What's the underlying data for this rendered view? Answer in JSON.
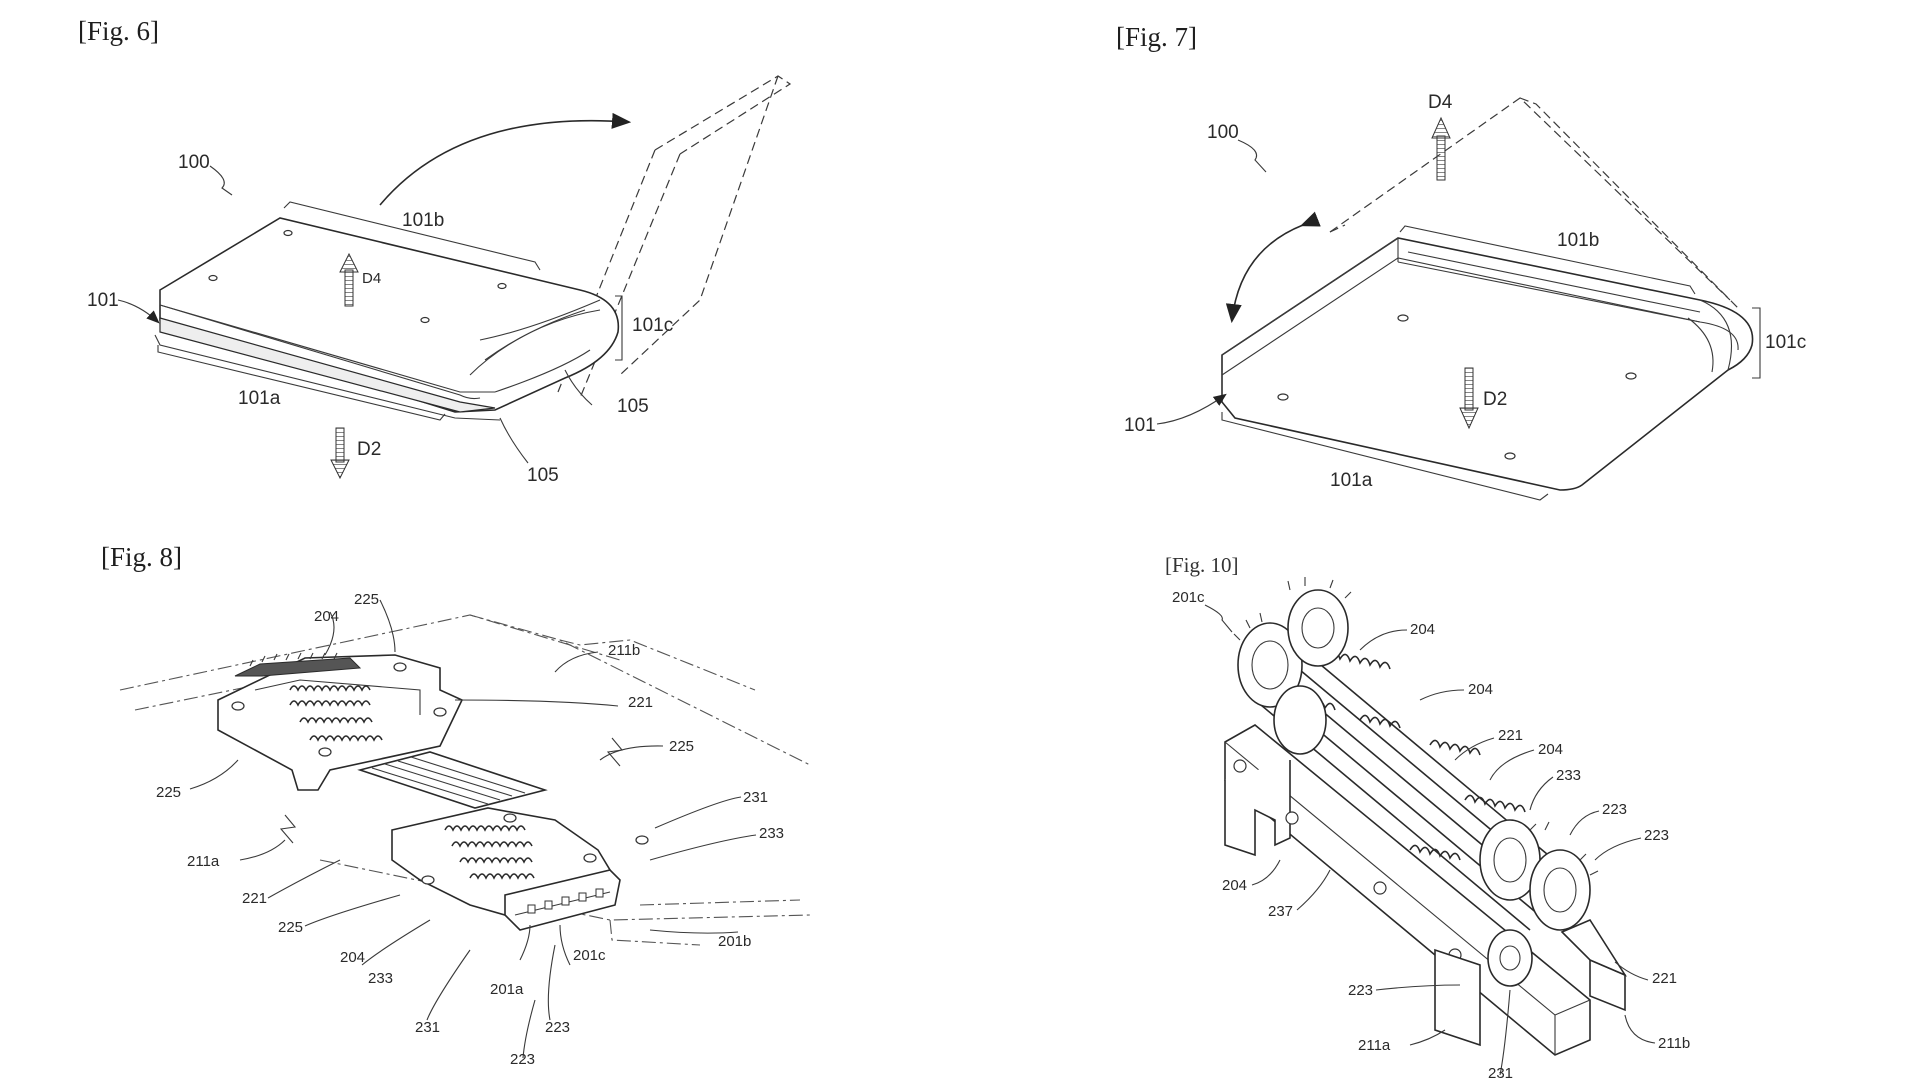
{
  "figures": {
    "fig6": {
      "title": "[Fig. 6]",
      "labels": {
        "device": "100",
        "housing": "101",
        "top": "101b",
        "bottom": "101a",
        "side": "101c",
        "hinge_a": "105",
        "hinge_b": "105",
        "dir_up": "D4",
        "dir_down": "D2"
      }
    },
    "fig7": {
      "title": "[Fig. 7]",
      "labels": {
        "device": "100",
        "housing": "101",
        "top": "101b",
        "bottom": "101a",
        "side": "101c",
        "dir_up": "D4",
        "dir_down": "D2"
      }
    },
    "fig8": {
      "title": "[Fig. 8]",
      "labels": {
        "l204a": "204",
        "l225a": "225",
        "l211b": "211b",
        "l221a": "221",
        "l225b": "225",
        "l225c": "225",
        "l231a": "231",
        "l233a": "233",
        "l211a": "211a",
        "l221b": "221",
        "l225d": "225",
        "l204b": "204",
        "l233b": "233",
        "l201a": "201a",
        "l201c": "201c",
        "l201b": "201b",
        "l231b": "231",
        "l223a": "223",
        "l223b": "223"
      }
    },
    "fig10": {
      "title": "[Fig. 10]",
      "labels": {
        "l201c": "201c",
        "l204a": "204",
        "l204b": "204",
        "l221a": "221",
        "l204c": "204",
        "l233": "233",
        "l223a": "223",
        "l223b": "223",
        "l204d": "204",
        "l237": "237",
        "l223c": "223",
        "l221b": "221",
        "l211a": "211a",
        "l211b": "211b",
        "l231": "231"
      }
    }
  }
}
